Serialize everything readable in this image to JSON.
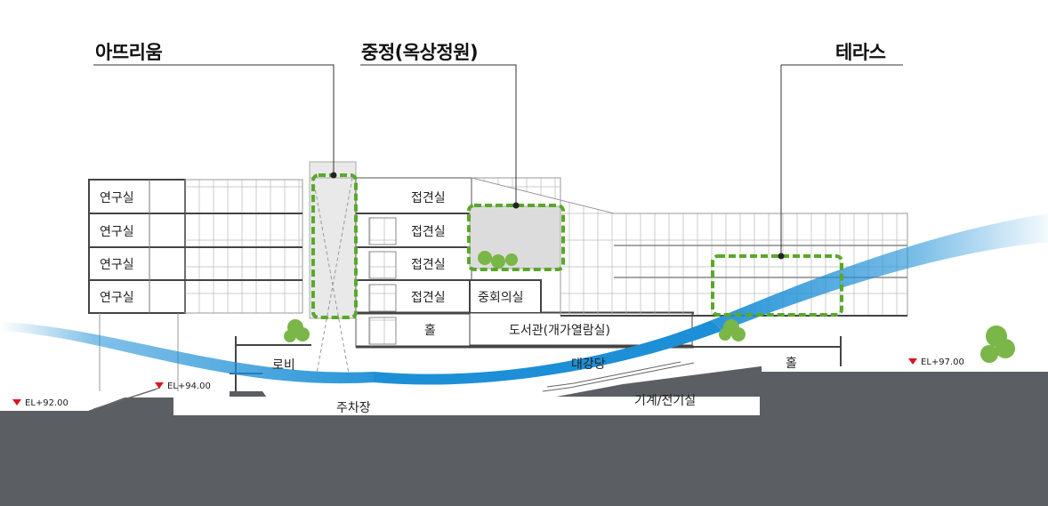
{
  "callouts": {
    "atrium": "아뜨리움",
    "courtyard": "중정(옥상정원)",
    "terrace": "테라스"
  },
  "rooms": {
    "lab_1": "연구실",
    "lab_2": "연구실",
    "lab_3": "연구실",
    "lab_4": "연구실",
    "reception_1": "접견실",
    "reception_2": "접견실",
    "reception_3": "접견실",
    "reception_4": "접견실",
    "conference": "중회의실",
    "hall_center": "홀",
    "library": "도서관(개가열람실)",
    "lobby": "로비",
    "auditorium": "대강당",
    "hall_right": "홀",
    "parking": "주차장",
    "mechanical": "기계/전기실"
  },
  "elevations": {
    "left": "EL+92.00",
    "mid": "EL+94.00",
    "right": "EL+97.00"
  },
  "colors": {
    "accent_green": "#5aa82a",
    "airflow_blue": "#1d8fd6",
    "ground": "#5b5e63",
    "marker_red": "#d9161c"
  }
}
